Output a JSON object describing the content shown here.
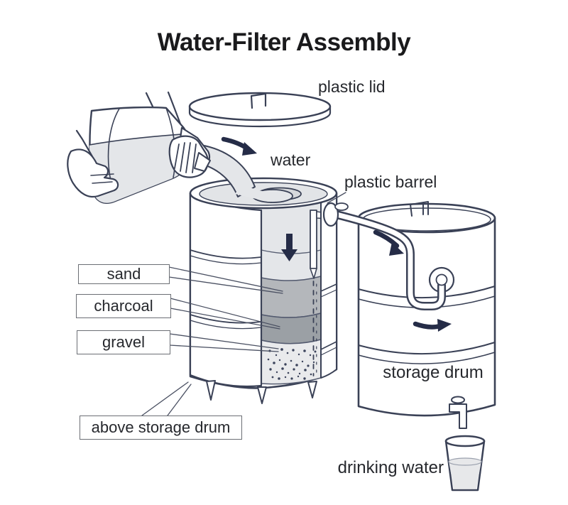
{
  "title": "Water-Filter Assembly",
  "labels": {
    "plastic_lid": "plastic lid",
    "water": "water",
    "plastic_barrel": "plastic barrel",
    "sand": "sand",
    "charcoal": "charcoal",
    "gravel": "gravel",
    "above_storage_drum": "above storage drum",
    "storage_drum": "storage drum",
    "drinking_water": "drinking water"
  },
  "colors": {
    "outline": "#3a4156",
    "arrow": "#252c47",
    "water_fill": "#e4e6e9",
    "sand_fill": "#b4b7bb",
    "charcoal_fill": "#9ba0a5",
    "gravel_fill": "#e9eaec",
    "text": "#26282d",
    "title_text": "#1a1a1c",
    "label_box_border": "#6b6e74",
    "background": "#ffffff"
  }
}
